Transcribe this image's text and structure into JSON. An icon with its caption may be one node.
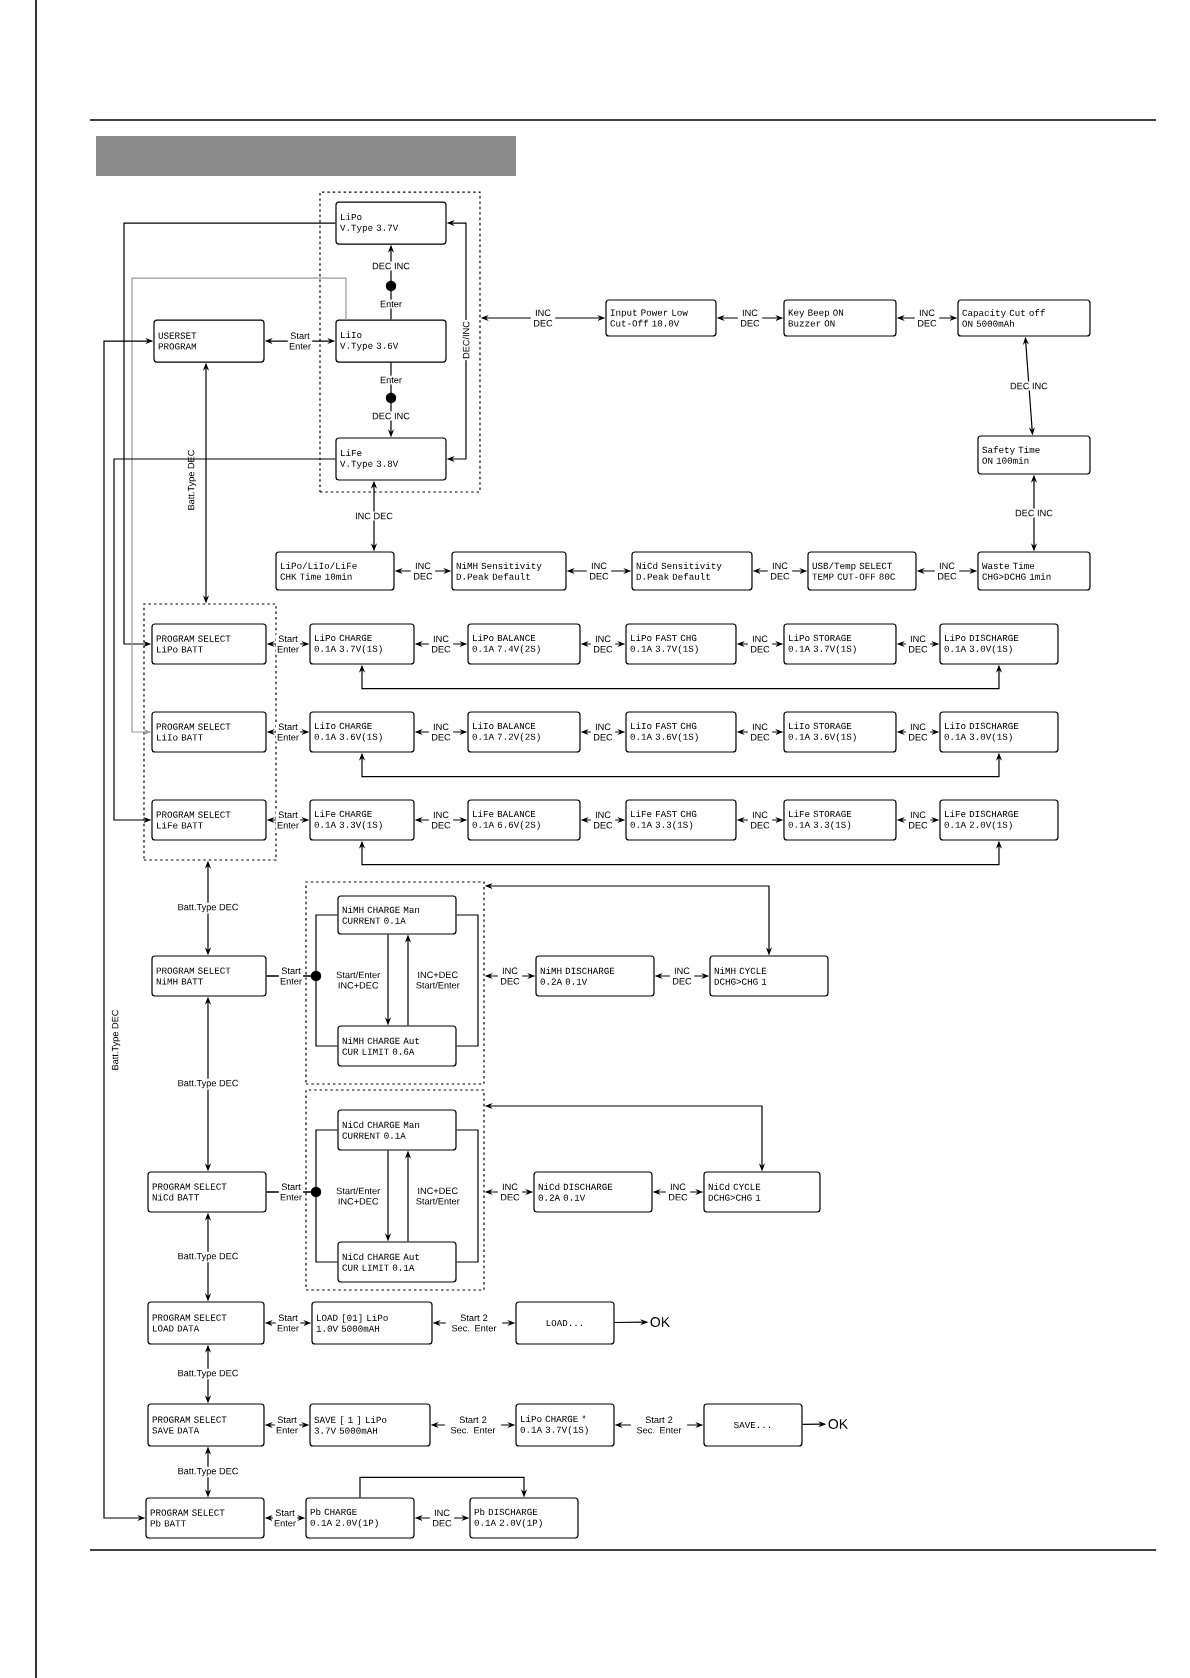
{
  "diagram": {
    "nodes": [
      {
        "text": [],
        "shape": "box"
      },
      {
        "text": [
          "LiPo",
          "V.Type 3.7V"
        ],
        "in": 0
      },
      {
        "text": [
          "LiIo",
          "V.Type 3.6V"
        ],
        "in": 0
      },
      {
        "text": [
          "LiFe",
          "V.Type 3.8V"
        ],
        "in": 0
      },
      {
        "text": [
          "USERSET",
          "PROGRAM"
        ]
      },
      {
        "text": [
          "Input Power Low",
          "Cut-Off 10.0V"
        ]
      },
      {
        "text": [
          "Key Beep ON",
          "Buzzer ON"
        ]
      },
      {
        "text": [
          "Capacity Cut off",
          "ON 5000mAh"
        ]
      },
      {
        "text": [
          "Safety Time",
          "ON 100min"
        ]
      },
      {
        "text": [
          "Waste Time",
          "CHG>DCHG 1min"
        ]
      },
      {
        "text": [
          "USB/Temp SELECT",
          "TEMP CUT-OFF 80C"
        ]
      },
      {
        "text": [
          "NiCd Sensitivity",
          "D.Peak Default"
        ]
      },
      {
        "text": [
          "NiMH Sensitivity",
          "D.Peak Default"
        ]
      },
      {
        "text": [
          "LiPo/LiIo/LiFe",
          "CHK Time 10min"
        ]
      },
      {
        "text": [],
        "shape": "box"
      },
      {
        "text": [
          "PROGRAM SELECT",
          "LiPo BATT"
        ],
        "in": 14
      },
      {
        "text": [
          "LiPo CHARGE",
          "0.1A 3.7V(1S)"
        ]
      },
      {
        "text": [
          "LiPo BALANCE",
          "0.1A 7.4V(2S)"
        ]
      },
      {
        "text": [
          "LiPo FAST CHG",
          "0.1A 3.7V(1S)"
        ]
      },
      {
        "text": [
          "LiPo STORAGE",
          "0.1A 3.7V(1S)"
        ]
      },
      {
        "text": [
          "LiPo DISCHARGE",
          "0.1A 3.0V(1S)"
        ]
      },
      {
        "text": [
          "PROGRAM SELECT",
          "LiIo BATT"
        ],
        "in": 14
      },
      {
        "text": [
          "LiIo CHARGE",
          "0.1A 3.6V(1S)"
        ]
      },
      {
        "text": [
          "LiIo BALANCE",
          "0.1A 7.2V(2S)"
        ]
      },
      {
        "text": [
          "LiIo FAST CHG",
          "0.1A 3.6V(1S)"
        ]
      },
      {
        "text": [
          "LiIo STORAGE",
          "0.1A 3.6V(1S)"
        ]
      },
      {
        "text": [
          "LiIo DISCHARGE",
          "0.1A 3.0V(1S)"
        ]
      },
      {
        "text": [
          "PROGRAM SELECT",
          "LiFe BATT"
        ],
        "in": 14
      },
      {
        "text": [
          "LiFe CHARGE",
          "0.1A 3.3V(1S)"
        ]
      },
      {
        "text": [
          "LiFe BALANCE",
          "0.1A 6.6V(2S)"
        ]
      },
      {
        "text": [
          "LiFe FAST CHG",
          "0.1A 3.3(1S)"
        ]
      },
      {
        "text": [
          "LiFe STORAGE",
          "0.1A 3.3(1S)"
        ]
      },
      {
        "text": [
          "LiFe DISCHARGE",
          "0.1A 2.0V(1S)"
        ]
      },
      {
        "text": [
          "PROGRAM SELECT",
          "NiMH BATT"
        ]
      },
      {
        "text": [],
        "shape": "box"
      },
      {
        "text": [
          "NiMH CHARGE Man",
          "CURRENT 0.1A"
        ],
        "in": 34
      },
      {
        "text": [
          "NiMH CHARGE Aut",
          "CUR LIMIT 0.6A"
        ],
        "in": 34
      },
      {
        "text": [
          "NiMH DISCHARGE",
          "0.2A 0.1V"
        ]
      },
      {
        "text": [
          "NiMH CYCLE",
          "DCHG>CHG 1"
        ]
      },
      {
        "text": [
          "PROGRAM SELECT",
          "NiCd BATT"
        ]
      },
      {
        "text": [],
        "shape": "box"
      },
      {
        "text": [
          "NiCd CHARGE Man",
          "CURRENT 0.1A"
        ],
        "in": 40
      },
      {
        "text": [
          "NiCd CHARGE Aut",
          "CUR LIMIT 0.1A"
        ],
        "in": 40
      },
      {
        "text": [
          "NiCd DISCHARGE",
          "0.2A 0.1V"
        ]
      },
      {
        "text": [
          "NiCd CYCLE",
          "DCHG>CHG 1"
        ]
      },
      {
        "text": [
          "PROGRAM SELECT",
          "LOAD DATA"
        ]
      },
      {
        "text": [
          "LOAD [01] LiPo",
          "1.0V 5000mAH"
        ]
      },
      {
        "text": [
          "LOAD..."
        ]
      },
      {
        "text": [
          "OK"
        ]
      },
      {
        "text": [
          "PROGRAM SELECT",
          "SAVE DATA"
        ]
      },
      {
        "text": [
          "SAVE [ 1 ] LiPo",
          "3.7V 5000mAH"
        ]
      },
      {
        "text": [
          "LiPo CHARGE *",
          "0.1A 3.7V(1S)"
        ]
      },
      {
        "text": [
          "SAVE..."
        ]
      },
      {
        "text": [
          "OK"
        ]
      },
      {
        "text": [
          "PROGRAM SELECT",
          "Pb BATT"
        ]
      },
      {
        "text": [
          "Pb CHARGE",
          "0.1A 2.0V(1P)"
        ]
      },
      {
        "text": [
          "Pb DISCHARGE",
          "0.1A 2.0V(1P)"
        ]
      }
    ],
    "edges": [
      {
        "from": 2,
        "to": 1,
        "arrow": "to",
        "label": "DEC INC"
      },
      {
        "from": 2,
        "to": 3,
        "arrow": "to",
        "label": "DEC INC"
      },
      {
        "from": 1,
        "to": 3,
        "arrow": "both",
        "label": "DEC/INC"
      },
      {
        "from": 4,
        "to": 2,
        "arrow": "both",
        "label": "Start Enter"
      },
      {
        "from": 5,
        "to": 0,
        "arrow": "both",
        "label": "INC DEC"
      },
      {
        "from": 5,
        "to": 6,
        "arrow": "both",
        "label": "INC DEC"
      },
      {
        "from": 6,
        "to": 7,
        "arrow": "both",
        "label": "INC DEC"
      },
      {
        "from": 7,
        "to": 8,
        "arrow": "both",
        "label": "DEC INC"
      },
      {
        "from": 8,
        "to": 9,
        "arrow": "both",
        "label": "DEC INC"
      },
      {
        "from": 9,
        "to": 10,
        "arrow": "both",
        "label": "INC DEC"
      },
      {
        "from": 10,
        "to": 11,
        "arrow": "both",
        "label": "INC DEC"
      },
      {
        "from": 11,
        "to": 12,
        "arrow": "both",
        "label": "INC DEC"
      },
      {
        "from": 12,
        "to": 13,
        "arrow": "both",
        "label": "INC DEC"
      },
      {
        "from": 3,
        "to": 13,
        "arrow": "both",
        "label": "INC DEC"
      },
      {
        "from": 4,
        "to": 14,
        "arrow": "both",
        "label": "Batt.Type DEC"
      },
      {
        "from": 1,
        "to": 15,
        "arrow": "to"
      },
      {
        "from": 2,
        "to": 21,
        "arrow": "to",
        "color": "#9a9a9a"
      },
      {
        "from": 3,
        "to": 27,
        "arrow": "to"
      },
      {
        "from": 4,
        "to": 54,
        "arrow": "both",
        "label": "Batt.Type DEC"
      },
      {
        "from": 14,
        "to": 33,
        "arrow": "both",
        "label": "Batt.Type DEC"
      },
      {
        "from": 33,
        "to": 39,
        "arrow": "both",
        "label": "Batt.Type DEC"
      },
      {
        "from": 39,
        "to": 45,
        "arrow": "both",
        "label": "Batt.Type DEC"
      },
      {
        "from": 45,
        "to": 49,
        "arrow": "both",
        "label": "Batt.Type DEC"
      },
      {
        "from": 49,
        "to": 54,
        "arrow": "both",
        "label": "Batt.Type DEC"
      },
      {
        "from": 15,
        "to": 16,
        "arrow": "both",
        "label": "Start Enter"
      },
      {
        "from": 16,
        "to": 17,
        "arrow": "both",
        "label": "INC DEC"
      },
      {
        "from": 17,
        "to": 18,
        "arrow": "both",
        "label": "INC DEC"
      },
      {
        "from": 18,
        "to": 19,
        "arrow": "both",
        "label": "INC DEC"
      },
      {
        "from": 19,
        "to": 20,
        "arrow": "both",
        "label": "INC DEC"
      },
      {
        "from": 20,
        "to": 16,
        "arrow": "both"
      },
      {
        "from": 21,
        "to": 22,
        "arrow": "both",
        "label": "Start Enter"
      },
      {
        "from": 22,
        "to": 23,
        "arrow": "both",
        "label": "INC DEC"
      },
      {
        "from": 23,
        "to": 24,
        "arrow": "both",
        "label": "INC DEC"
      },
      {
        "from": 24,
        "to": 25,
        "arrow": "both",
        "label": "INC DEC"
      },
      {
        "from": 25,
        "to": 26,
        "arrow": "both",
        "label": "INC DEC"
      },
      {
        "from": 26,
        "to": 22,
        "arrow": "both"
      },
      {
        "from": 27,
        "to": 28,
        "arrow": "both",
        "label": "Start Enter"
      },
      {
        "from": 28,
        "to": 29,
        "arrow": "both",
        "label": "INC DEC"
      },
      {
        "from": 29,
        "to": 30,
        "arrow": "both",
        "label": "INC DEC"
      },
      {
        "from": 30,
        "to": 31,
        "arrow": "both",
        "label": "INC DEC"
      },
      {
        "from": 31,
        "to": 32,
        "arrow": "both",
        "label": "INC DEC"
      },
      {
        "from": 32,
        "to": 28,
        "arrow": "both"
      },
      {
        "from": 33,
        "to": 35,
        "arrow": "none",
        "label": "Start Enter"
      },
      {
        "from": 33,
        "to": 36,
        "arrow": "none"
      },
      {
        "from": 35,
        "to": 36,
        "arrow": "to",
        "label": "Start/Enter INC+DEC"
      },
      {
        "from": 36,
        "to": 35,
        "arrow": "to",
        "label": "INC+DEC Start/Enter"
      },
      {
        "from": 34,
        "to": 37,
        "arrow": "both",
        "label": "INC DEC"
      },
      {
        "from": 37,
        "to": 38,
        "arrow": "both",
        "label": "INC DEC"
      },
      {
        "from": 38,
        "to": 34,
        "arrow": "both"
      },
      {
        "from": 39,
        "to": 41,
        "arrow": "none",
        "label": "Start Enter"
      },
      {
        "from": 39,
        "to": 42,
        "arrow": "none"
      },
      {
        "from": 41,
        "to": 42,
        "arrow": "to",
        "label": "Start/Enter INC+DEC"
      },
      {
        "from": 42,
        "to": 41,
        "arrow": "to",
        "label": "INC+DEC Start/Enter"
      },
      {
        "from": 40,
        "to": 43,
        "arrow": "both",
        "label": "INC DEC"
      },
      {
        "from": 43,
        "to": 44,
        "arrow": "both",
        "label": "INC DEC"
      },
      {
        "from": 44,
        "to": 40,
        "arrow": "both"
      },
      {
        "from": 45,
        "to": 46,
        "arrow": "both",
        "label": "Start Enter"
      },
      {
        "from": 46,
        "to": 47,
        "arrow": "both",
        "label": "Start 2 Sec. Enter"
      },
      {
        "from": 47,
        "to": 48,
        "arrow": "to"
      },
      {
        "from": 49,
        "to": 50,
        "arrow": "both",
        "label": "Start Enter"
      },
      {
        "from": 50,
        "to": 51,
        "arrow": "both",
        "label": "Start 2 Sec. Enter"
      },
      {
        "from": 51,
        "to": 52,
        "arrow": "both",
        "label": "Start 2 Sec. Enter"
      },
      {
        "from": 52,
        "to": 53,
        "arrow": "to"
      },
      {
        "from": 54,
        "to": 55,
        "arrow": "both",
        "label": "Start Enter"
      },
      {
        "from": 55,
        "to": 56,
        "arrow": "both",
        "label": "INC DEC"
      },
      {
        "from": 55,
        "to": 56,
        "arrow": "to"
      },
      {
        "from": 35,
        "to": 36,
        "arrow": "none"
      },
      {
        "from": 41,
        "to": 42,
        "arrow": "none"
      }
    ],
    "labels": [
      "Enter",
      "Enter"
    ]
  }
}
